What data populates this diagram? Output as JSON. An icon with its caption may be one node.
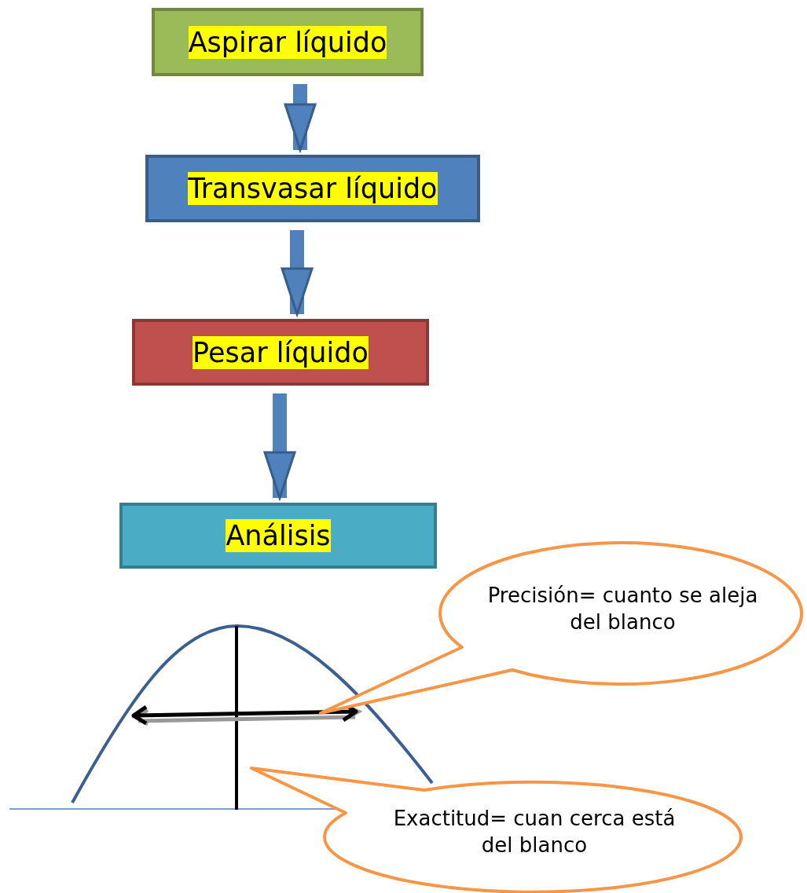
{
  "diagram": {
    "nodes": [
      {
        "text": [
          "Aspirar líquido"
        ]
      },
      {
        "text": [
          "Transvasar líquido"
        ]
      },
      {
        "text": [
          "Pesar líquido"
        ]
      },
      {
        "text": [
          "Análisis"
        ]
      },
      {
        "text": [
          "Precisión= cuanto se aleja del blanco"
        ]
      },
      {
        "text": [
          "Exactitud= cuan cerca está del blanco"
        ]
      }
    ],
    "edges": [
      {
        "from": 0,
        "to": 1,
        "arrow": "to"
      },
      {
        "from": 1,
        "to": 2,
        "arrow": "to"
      },
      {
        "from": 2,
        "to": 3,
        "arrow": "to"
      }
    ]
  }
}
